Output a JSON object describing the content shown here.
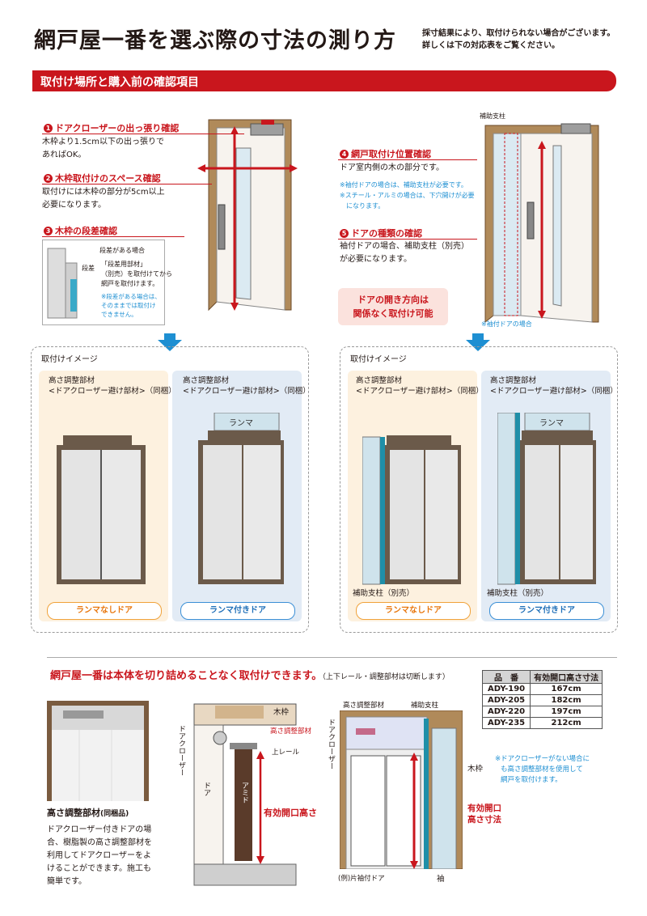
{
  "header": {
    "title": "網戸屋一番を選ぶ際の寸法の測り方",
    "note_line1": "採寸結果により、取付けられない場合がございます。",
    "note_line2": "詳しくは下の対応表をご覧ください。"
  },
  "section1": {
    "band_title": "取付け場所と購入前の確認項目",
    "items": [
      {
        "num": "1",
        "title": "ドアクローザーの出っ張り確認",
        "body1": "木枠より1.5cm以下の出っ張りで",
        "body2": "あればOK。"
      },
      {
        "num": "2",
        "title": "木枠取付けのスペース確認",
        "body1": "取付けには木枠の部分が5cm以上",
        "body2": "必要になります。"
      },
      {
        "num": "3",
        "title": "木枠の段差確認"
      },
      {
        "num": "4",
        "title": "網戸取付け位置確認",
        "body1": "ドア室内側の木の部分です。"
      },
      {
        "num": "5",
        "title": "ドアの種類の確認",
        "body1": "袖付ドアの場合、補助支柱（別売）",
        "body2": "が必要になります。"
      }
    ],
    "step_box": {
      "title": "段差がある場合",
      "label": "段差",
      "l1": "「段差用部材」",
      "l2": "（別売）を取付けてから",
      "l3": "網戸を取付けます。",
      "n1": "※段差がある場合は、",
      "n2": "そのままでは取付け",
      "n3": "できません。"
    },
    "notes4": {
      "n1": "※袖付ドアの場合は、補助支柱が必要です。",
      "n2": "※スチール・アルミの場合は、下穴開けが必要",
      "n3": "になります。"
    },
    "open_dir": {
      "l1": "ドアの開き方向は",
      "l2": "関係なく取付け可能"
    },
    "aux_label": "補助支柱",
    "sode_note": "※袖付ドアの場合"
  },
  "images": {
    "panel_label": "取付けイメージ",
    "part_title": "高さ調整部材",
    "part_sub": "<ドアクローザー避け部材>（同梱）",
    "ranma": "ランマ",
    "aux_sold": "補助支柱（別売）",
    "pill_none": "ランマなしドア",
    "pill_with": "ランマ付きドア"
  },
  "section2": {
    "heading": "網戸屋一番は本体を切り詰めることなく取付けできます。",
    "heading_note": "（上下レール・調整部材は切断します）",
    "table": {
      "headers": [
        "品　番",
        "有効開口高さ寸法"
      ],
      "rows": [
        [
          "ADY-190",
          "167cm"
        ],
        [
          "ADY-205",
          "182cm"
        ],
        [
          "ADY-220",
          "197cm"
        ],
        [
          "ADY-235",
          "212cm"
        ]
      ]
    },
    "part_caption": "高さ調整部材",
    "part_caption_sub": "(同梱品)",
    "desc": [
      "ドアクローザー付きドアの場",
      "合、樹脂製の高さ調整部材を",
      "利用してドアクローザーをよ",
      "けることができます。施工も",
      "簡単です。"
    ],
    "cross": {
      "wood": "木枠",
      "adjust": "高さ調整部材",
      "closer": "ドアクローザー",
      "upper_rail": "上レール",
      "door": "ドア",
      "amido": "アミド",
      "effective": "有効開口高さ"
    },
    "front": {
      "adjust": "高さ調整部材",
      "aux": "補助支柱",
      "closer": "ドアクローザー",
      "wood": "木枠",
      "effective1": "有効開口",
      "effective2": "高さ寸法",
      "sode": "袖",
      "example": "(例)片袖付ドア"
    },
    "note_blue": [
      "※ドアクローザーがない場合に",
      "も高さ調整部材を使用して",
      "網戸を取付けます。"
    ]
  }
}
